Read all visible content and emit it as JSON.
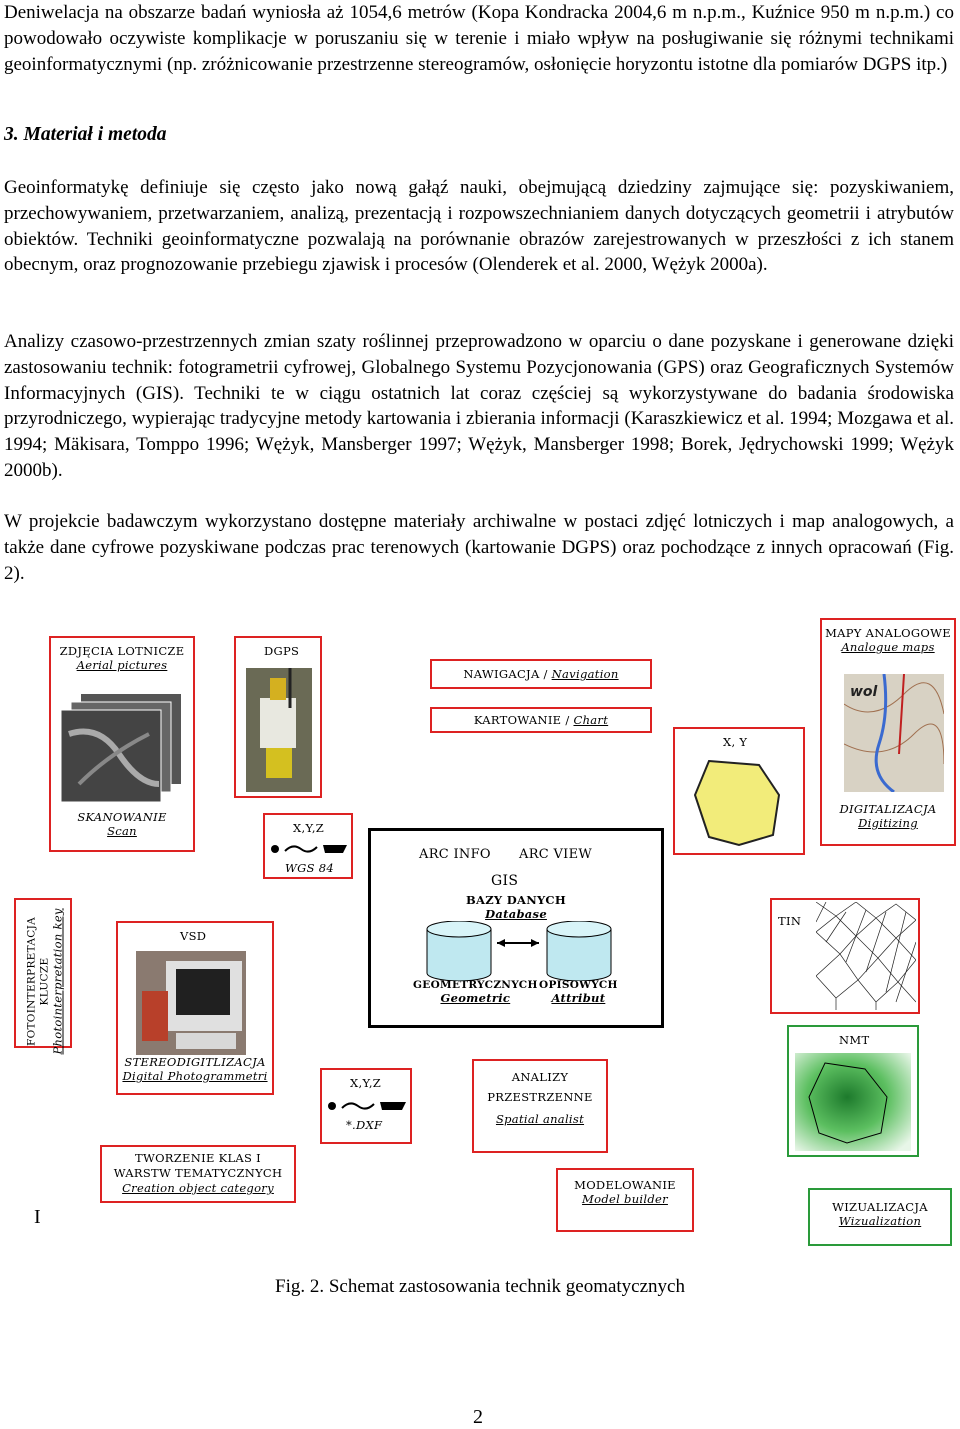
{
  "paragraphs": {
    "p1": "Deniwelacja na obszarze badań wyniosła aż 1054,6 metrów (Kopa Kondracka 2004,6 m n.p.m., Kuźnice 950 m n.p.m.) co powodowało oczywiste komplikacje w poruszaniu się w terenie i miało wpływ na posługiwanie się różnymi technikami geoinformatycznymi (np. zróżnicowanie przestrzenne stereogramów, osłonięcie horyzontu istotne dla pomiarów DGPS itp.)",
    "heading": "3. Materiał i metoda",
    "p2": "Geoinformatykę definiuje się często jako nową gałąź nauki, obejmującą dziedziny zajmujące się: pozyskiwaniem, przechowywaniem, przetwarzaniem, analizą, prezentacją i rozpowszechnianiem danych dotyczących geometrii i atrybutów obiektów. Techniki geoinformatyczne pozwalają na porównanie obrazów zarejestrowanych w przeszłości z ich stanem obecnym, oraz prognozowanie przebiegu zjawisk i procesów (Olenderek et al. 2000, Wężyk 2000a).",
    "p3": "Analizy czasowo-przestrzennych zmian szaty roślinnej przeprowadzono w oparciu o dane pozyskane i generowane dzięki zastosowaniu technik: fotogrametrii cyfrowej, Globalnego Systemu Pozycjonowania (GPS) oraz Geograficznych Systemów Informacyjnych (GIS). Techniki te w ciągu ostatnich lat coraz częściej są wykorzystywane do badania środowiska przyrodniczego, wypierając tradycyjne metody kartowania i zbierania informacji (Karaszkiewicz et al. 1994; Mozgawa et al. 1994; Mäkisara, Tomppo 1996; Wężyk, Mansberger 1997; Wężyk, Mansberger 1998; Borek, Jędrychowski 1999; Wężyk 2000b).",
    "p4": "W projekcie badawczym wykorzystano dostępne materiały archiwalne w postaci zdjęć lotniczych i map analogowych, a także dane cyfrowe pozyskiwane podczas prac terenowych (kartowanie DGPS) oraz pochodzące z innych opracowań (Fig. 2)."
  },
  "figure": {
    "zdjecia": {
      "title": "ZDJĘCIA LOTNICZE",
      "sub": "Aerial pictures"
    },
    "skanowanie": {
      "title": "SKANOWANIE",
      "sub": "Scan"
    },
    "dgps": "DGPS",
    "nawigacja": {
      "title": "NAWIGACJA / ",
      "sub": "Navigation"
    },
    "kartowanie": {
      "title": "KARTOWANIE / ",
      "sub": "Chart"
    },
    "mapy": {
      "title": "MAPY ANALOGOWE",
      "sub": "Analogue maps"
    },
    "xy": "X, Y",
    "digitalizacja": {
      "title": "DIGITALIZACJA",
      "sub": "Digitizing"
    },
    "xyz_wgs": {
      "coords": "X,Y,Z",
      "label": "WGS 84"
    },
    "gis": {
      "arcinfo": "ARC INFO",
      "arcview": "ARC VIEW",
      "gis": "GIS",
      "baza": "BAZY DANYCH",
      "database": "Database",
      "geo": "GEOMETRYCZNYCH",
      "geo_sub": "Geometric",
      "opis": "OPISOWYCH",
      "opis_sub": "Attribut"
    },
    "tin": "TIN",
    "fotointerpretacja": {
      "line1": "FOTOINTERPRETACJA",
      "line2": "KLUCZE",
      "sub": "Photointerpretation key"
    },
    "vsd": "VSD",
    "stereo": {
      "title": "STEREODIGITLIZACJA",
      "sub": "Digital Photogrammetri"
    },
    "nmt": "NMT",
    "xyz_dxf": {
      "coords": "X,Y,Z",
      "label": "*.DXF"
    },
    "analizy": {
      "line1": "ANALIZY",
      "line2": "PRZESTRZENNE",
      "sub": "Spatial analist"
    },
    "tworzenie": {
      "line1": "TWORZENIE KLAS I",
      "line2": "WARSTW TEMATYCZNYCH",
      "sub": "Creation object category"
    },
    "modelowanie": {
      "title": "MODELOWANIE",
      "sub": "Model builder"
    },
    "wizualizacja": {
      "title": "WIZUALIZACJA",
      "sub": "Wizualization"
    },
    "map_text": "wol"
  },
  "tick_mark": "I",
  "caption": "Fig. 2. Schemat zastosowania technik geomatycznych",
  "page_number": "2"
}
